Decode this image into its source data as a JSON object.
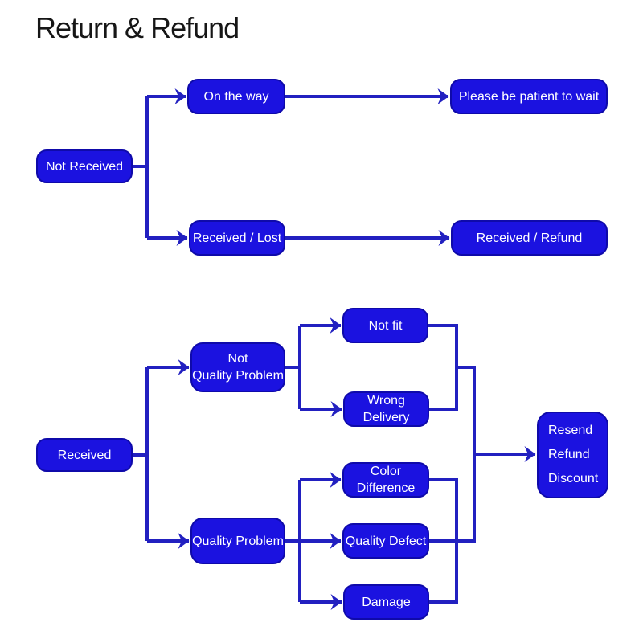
{
  "title": "Return & Refund",
  "colors": {
    "background": "#ffffff",
    "node_fill": "#1b12e0",
    "node_border": "#0f0aaa",
    "node_text": "#ffffff",
    "line": "#2220c0",
    "title_text": "#161616"
  },
  "nodes": {
    "not_received": {
      "label": "Not Received"
    },
    "on_the_way": {
      "label": "On the way"
    },
    "please_be_patient": {
      "label": "Please be patient to wait"
    },
    "received_lost": {
      "label": "Received / Lost"
    },
    "received_refund": {
      "label": "Received / Refund"
    },
    "received": {
      "label": "Received"
    },
    "not_quality_problem": {
      "label": "Not\nQuality Problem"
    },
    "quality_problem": {
      "label": "Quality Problem"
    },
    "not_fit": {
      "label": "Not fit"
    },
    "wrong_delivery": {
      "label": "Wrong Delivery"
    },
    "color_difference": {
      "label": "Color Difference"
    },
    "quality_defect": {
      "label": "Quality Defect"
    },
    "damage": {
      "label": "Damage"
    },
    "resolution": {
      "label": "Resend\nRefund\nDiscount"
    }
  },
  "edges": [
    {
      "from": "Not Received",
      "to": "On the way"
    },
    {
      "from": "Not Received",
      "to": "Received / Lost"
    },
    {
      "from": "On the way",
      "to": "Please be patient to wait"
    },
    {
      "from": "Received / Lost",
      "to": "Received / Refund"
    },
    {
      "from": "Received",
      "to": "Not Quality Problem"
    },
    {
      "from": "Received",
      "to": "Quality Problem"
    },
    {
      "from": "Not Quality Problem",
      "to": "Not fit"
    },
    {
      "from": "Not Quality Problem",
      "to": "Wrong Delivery"
    },
    {
      "from": "Quality Problem",
      "to": "Color Difference"
    },
    {
      "from": "Quality Problem",
      "to": "Quality Defect"
    },
    {
      "from": "Quality Problem",
      "to": "Damage"
    },
    {
      "from": "Not fit",
      "to": "Resend Refund Discount"
    },
    {
      "from": "Wrong Delivery",
      "to": "Resend Refund Discount"
    },
    {
      "from": "Color Difference",
      "to": "Resend Refund Discount"
    },
    {
      "from": "Quality Defect",
      "to": "Resend Refund Discount"
    },
    {
      "from": "Damage",
      "to": "Resend Refund Discount"
    }
  ]
}
